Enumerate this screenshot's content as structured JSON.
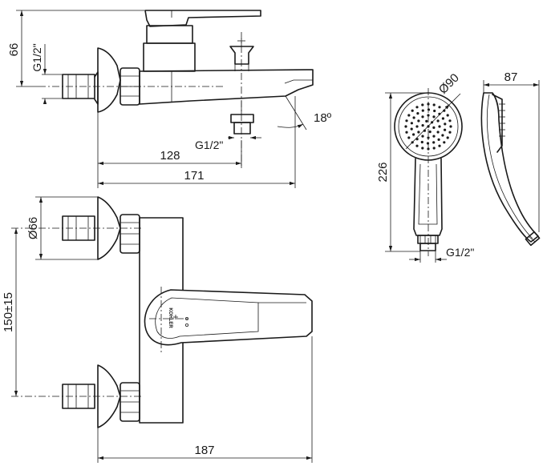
{
  "dimensions": {
    "top_height": "66",
    "top_thread_inlet": "G1/2ʺ",
    "top_thread_outlet": "G1/2ʺ",
    "top_angle": "18º",
    "top_width_outlet": "128",
    "top_width_total": "171",
    "front_diameter": "Ø66",
    "front_center_distance": "150±15",
    "front_width": "187",
    "shower_diameter": "Ø90",
    "shower_length": "226",
    "shower_depth": "87",
    "shower_thread": "G1/2ʺ"
  },
  "brand_mark": "KOHLER"
}
